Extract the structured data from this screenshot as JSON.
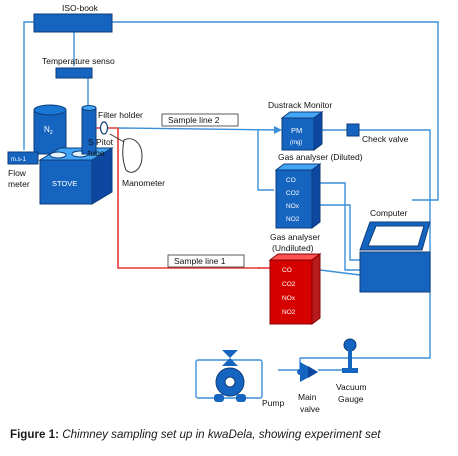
{
  "labels": {
    "iso_book": "ISO-book",
    "temperature_sensor": "Temperature senso",
    "n2": "N",
    "n2_sub": "2",
    "flow_meter_display": "m.s-1",
    "flow_meter": "Flow",
    "flow_meter_2": "meter",
    "stove": "STOVE",
    "pitot": "S Pitot",
    "pitot_2": "tube",
    "filter_holder": "Filter holder",
    "manometer": "Manometer",
    "sample_line_2": "Sample line 2",
    "sample_line_1": "Sample line 1",
    "dustrack_monitor": "Dustrack Monitor",
    "pm": "PM",
    "pm_unit": "(mg)",
    "check_valve": "Check valve",
    "gas_analyser_diluted": "Gas analyser (Diluted)",
    "gas_analyser_undiluted": "Gas analyser",
    "gas_analyser_undiluted_2": "(Undiluted)",
    "computer": "Computer",
    "pump": "Pump",
    "main_valve": "Main",
    "main_valve_2": "valve",
    "vacuum_gauge": "Vacuum",
    "vacuum_gauge_2": "Gauge"
  },
  "diluted_gases": [
    "CO",
    "CO2",
    "NOx",
    "NO2"
  ],
  "undiluted_gases": [
    "CO",
    "CO2",
    "NOx",
    "NO2"
  ],
  "caption": {
    "label": "Figure 1:",
    "text": " Chimney sampling set up in kwaDela, showing experiment set"
  },
  "colors": {
    "line_blue": "#3a8fd9",
    "device_blue": "#1565c0",
    "sample_red": "#e53935",
    "analyser_red": "#d50000"
  }
}
